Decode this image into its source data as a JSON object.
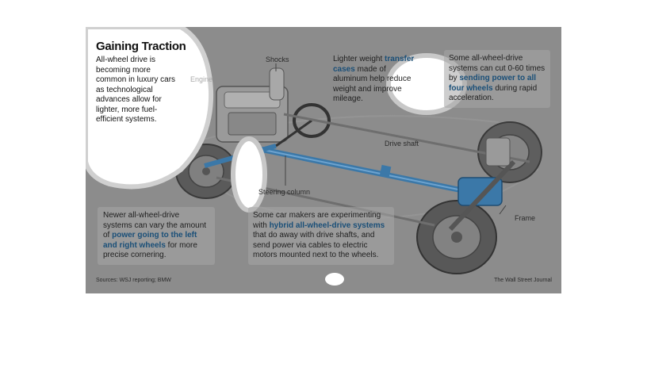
{
  "title": "Gaining Traction",
  "intro": "All-wheel drive is becoming more common in luxury cars as technological advances allow for lighter, more fuel-efficient systems.",
  "labels": {
    "shocks": "Shocks",
    "engine": "Engine",
    "drive_shaft": "Drive shaft",
    "steering_column": "Steering column",
    "frame": "Frame"
  },
  "callouts": {
    "transfer": {
      "pre": "Lighter weight ",
      "hl": "transfer cases",
      "post": " made of aluminum help reduce weight and improve mileage."
    },
    "accel": {
      "pre": "Some all-wheel-drive systems can cut 0-60 times by ",
      "hl": "sending power to all four wheels",
      "post": " during rapid acceleration."
    },
    "cornering": {
      "pre": "Newer all-wheel-drive systems can vary the amount of ",
      "hl": "power going to the left and right wheels",
      "post": " for more precise cornering."
    },
    "hybrid": {
      "pre": "Some car makers are experimenting with ",
      "hl": "hybrid all-wheel-drive systems",
      "post": " that do away with drive shafts, and send power via cables to electric motors mounted next to the wheels."
    }
  },
  "footer": {
    "sources": "Sources: WSJ reporting; BMW",
    "credit": "The Wall Street Journal"
  },
  "colors": {
    "panel": "#8c8c8c",
    "highlight": "#1a4f78",
    "drivetrain": "#3b78a8"
  }
}
